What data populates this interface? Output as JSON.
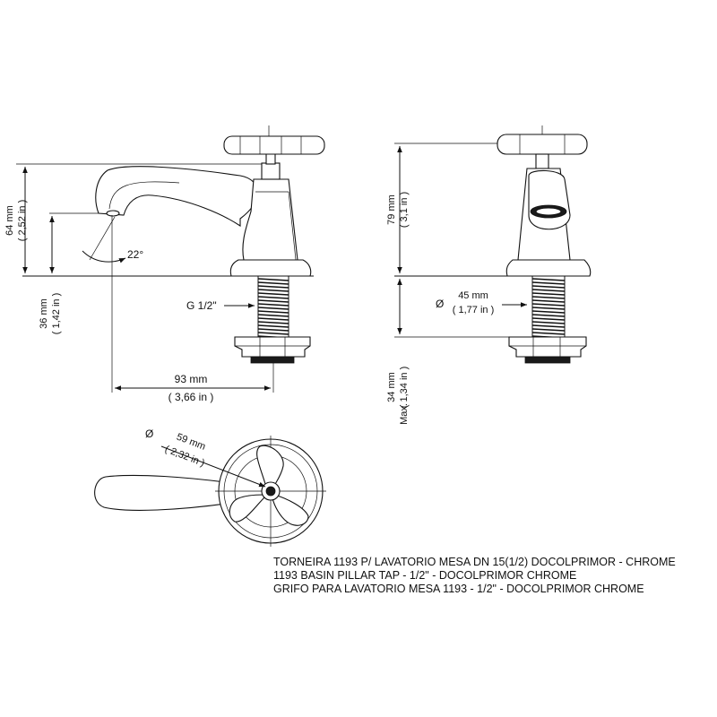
{
  "dimensions": {
    "height_total": "64 mm",
    "height_total_in": "( 2,52 in )",
    "height_below": "36 mm",
    "height_below_in": "( 1,42 in )",
    "angle": "22°",
    "thread": "G 1/2\"",
    "reach": "93 mm",
    "reach_in": "( 3,66 in )",
    "handle_height": "79 mm",
    "handle_height_in": "( 3,1 in )",
    "base_diameter_symbol": "Ø",
    "base_diameter": "45 mm",
    "base_diameter_in": "( 1,77 in )",
    "max_label": "Max.",
    "shank_max": "34 mm",
    "shank_max_in": "( 1,34 in )",
    "flange_diameter_symbol": "Ø",
    "flange_diameter": "59 mm",
    "flange_diameter_in": "( 2,32 in )"
  },
  "caption": {
    "line1": "TORNEIRA 1193 P/ LAVATORIO MESA DN 15(1/2) DOCOLPRIMOR - CHROME",
    "line2": "1193 BASIN PILLAR TAP - 1/2\" - DOCOLPRIMOR  CHROME",
    "line3": "GRIFO PARA LAVATORIO MESA 1193 - 1/2\" - DOCOLPRIMOR CHROME"
  }
}
